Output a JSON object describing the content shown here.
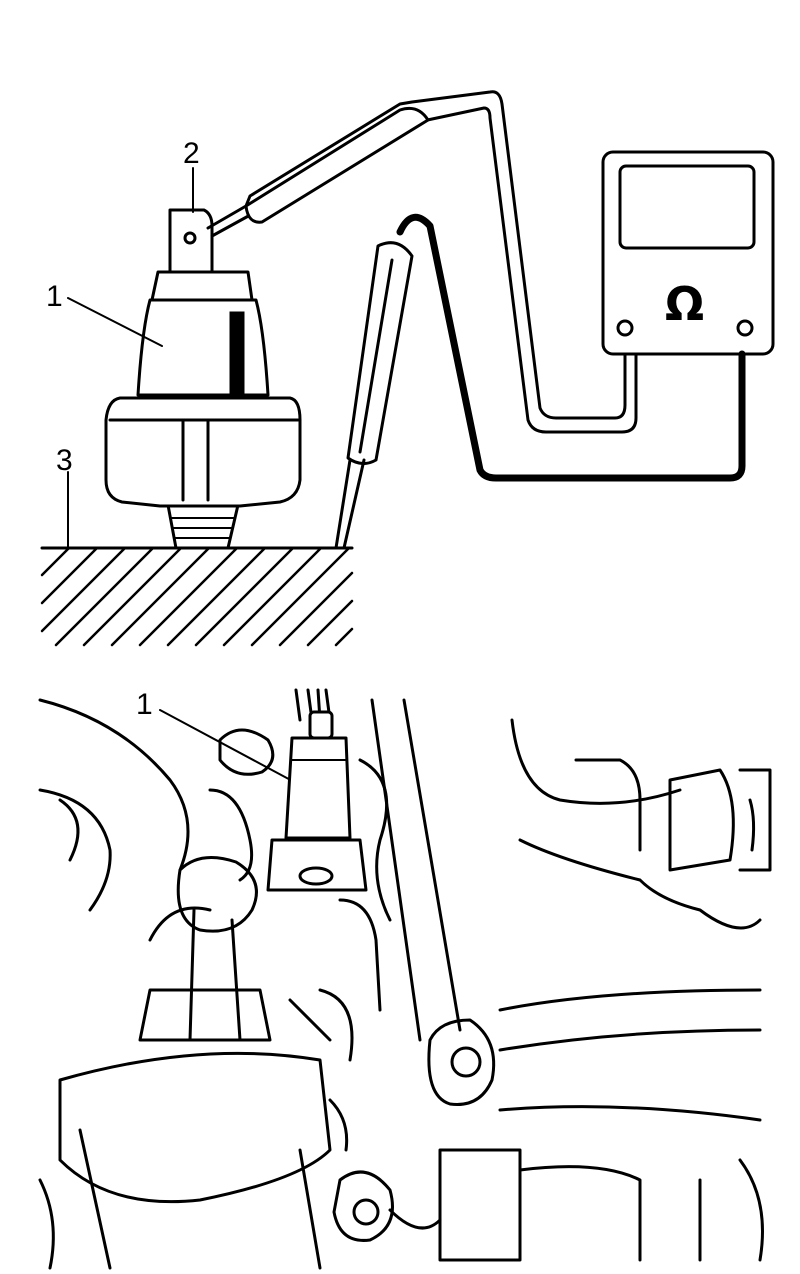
{
  "top_diagram": {
    "callouts": {
      "c1": "1",
      "c2": "2",
      "c3": "3"
    },
    "meter_symbol": "Ω"
  },
  "bottom_diagram": {
    "callouts": {
      "c1": "1"
    }
  }
}
